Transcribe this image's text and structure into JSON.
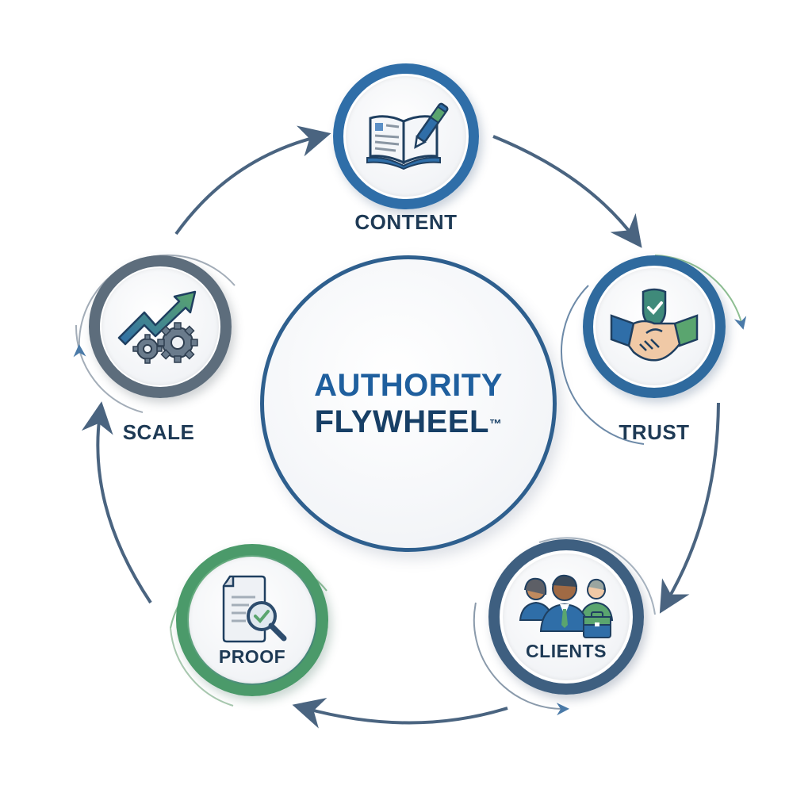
{
  "title": {
    "line1": "AUTHORITY",
    "line2": "FLYWHEEL",
    "trademark": "™"
  },
  "nodes": [
    {
      "id": "content",
      "label": "CONTENT",
      "icon": "open-book-pen-icon",
      "ring_color": "#2f6ea8"
    },
    {
      "id": "trust",
      "label": "TRUST",
      "icon": "handshake-shield-icon",
      "ring_color": "#2f6a9e"
    },
    {
      "id": "clients",
      "label": "CLIENTS",
      "icon": "people-briefcase-icon",
      "ring_color": "#3e5f80"
    },
    {
      "id": "proof",
      "label": "PROOF",
      "icon": "document-magnifier-check-icon",
      "ring_color": "#4b9a6a"
    },
    {
      "id": "scale",
      "label": "SCALE",
      "icon": "growth-arrow-gears-icon",
      "ring_color": "#5d6d7c"
    }
  ],
  "flow": [
    "CONTENT",
    "TRUST",
    "CLIENTS",
    "PROOF",
    "SCALE",
    "CONTENT"
  ],
  "colors": {
    "primary_blue": "#1f5f9e",
    "dark_navy": "#173f66",
    "label_text": "#1e3a55",
    "arrow": "#4a6480",
    "green_accent": "#5aa56f",
    "gray_ring": "#6b7886"
  }
}
